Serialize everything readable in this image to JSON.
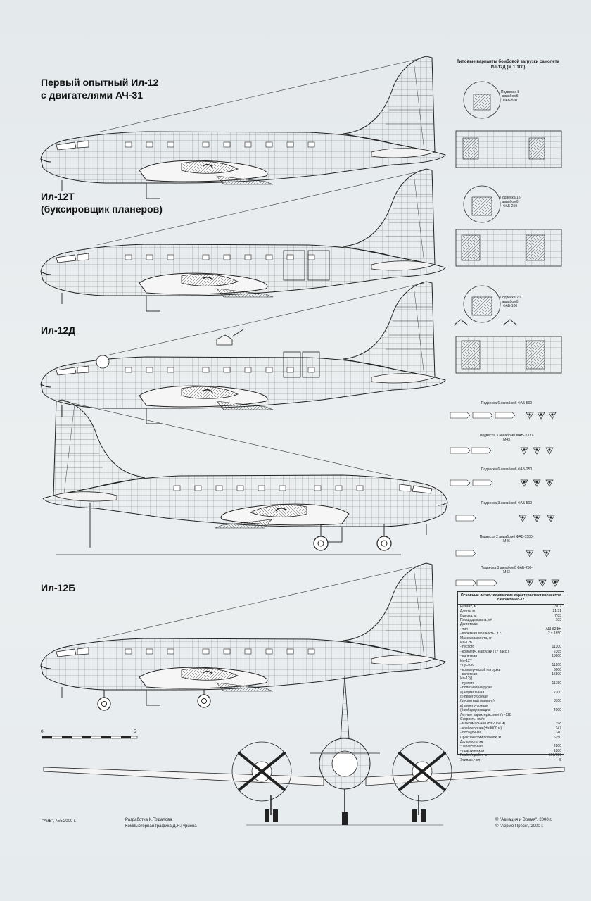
{
  "titles": {
    "variant1": "Первый опытный Ил-12\nс двигателями АЧ-31",
    "variant2": "Ил-12Т\n(буксировщик планеров)",
    "variant3": "Ил-12Д",
    "variant4": "Ил-12Б"
  },
  "bomb_loads": {
    "title": "Типовые варианты бомбовой загрузки самолета Ил-12Д (М 1:100)",
    "captions": [
      "Подвеска 8 авиабомб ФАБ-500",
      "Подвеска 16 авиабомб ФАБ-250",
      "Подвеска 20 авиабомб ФАБ-100",
      "Подвеска 6 авиабомб ФАБ-500",
      "Подвеска 3 авиабомб ФАБ-1000-М43",
      "Подвеска 6 авиабомб ФАБ-250",
      "Подвеска 3 авиабомб ФАБ-500",
      "Подвеска 2 авиабомб ФАБ-1500-М46",
      "Подвеска 3 авиабомб ФАБ-250-М43"
    ]
  },
  "spec_table": {
    "title": "Основные летно-технические характеристики вариантов самолета Ил-12",
    "rows": [
      {
        "label": "Размах, м",
        "value": "31,7"
      },
      {
        "label": "Длина, м",
        "value": "21,31"
      },
      {
        "label": "Высота, м",
        "value": "7,83"
      },
      {
        "label": "Площадь крыла, м²",
        "value": "103"
      },
      {
        "label": "Двигатели:",
        "value": ""
      },
      {
        "label": "- тип",
        "value": "АШ-82ФН"
      },
      {
        "label": "- взлетная мощность, л.с.",
        "value": "2 х 1850"
      },
      {
        "label": "Масса самолета, кг:",
        "value": ""
      },
      {
        "label": "Ил-12Б",
        "value": ""
      },
      {
        "label": "- пустого",
        "value": "11300"
      },
      {
        "label": "- коммерч. нагрузки (27 пасс.)",
        "value": "2365"
      },
      {
        "label": "- взлетная",
        "value": "15800"
      },
      {
        "label": "Ил-12Т",
        "value": ""
      },
      {
        "label": "- пустого",
        "value": "11200"
      },
      {
        "label": "- коммерческой нагрузки",
        "value": "3000"
      },
      {
        "label": "- взлетная",
        "value": "15800"
      },
      {
        "label": "Ил-12Д",
        "value": ""
      },
      {
        "label": "- пустого",
        "value": "11780"
      },
      {
        "label": "- полезная нагрузка",
        "value": ""
      },
      {
        "label": "а) нормальная",
        "value": "2700"
      },
      {
        "label": "б) перегрузочная",
        "value": ""
      },
      {
        "label": "(десантный вариант)",
        "value": "3700"
      },
      {
        "label": "в) перегрузочная",
        "value": ""
      },
      {
        "label": "(бомбардировщик)",
        "value": "4000"
      },
      {
        "label": "Летные характеристики Ил-12Б",
        "value": ""
      },
      {
        "label": "Скорость, км/ч:",
        "value": ""
      },
      {
        "label": "- максимальная (Н=2050 м)",
        "value": "398"
      },
      {
        "label": "- крейсерская (Н=3000 м)",
        "value": "347"
      },
      {
        "label": "- посадочная",
        "value": "140"
      },
      {
        "label": "Практический потолок, м",
        "value": "6250"
      },
      {
        "label": "Дальность, км",
        "value": ""
      },
      {
        "label": "- техническая",
        "value": "2800"
      },
      {
        "label": "- практическая",
        "value": "1800"
      },
      {
        "label": "Разбег/пробег, м",
        "value": "500/650"
      },
      {
        "label": "Экипаж, чел",
        "value": "5"
      }
    ]
  },
  "scale": {
    "start": "0",
    "end": "5"
  },
  "footer": {
    "issue": "\"АиВ\", №5'2000 г.",
    "credits1": "Разработка  К.Г.Удалова",
    "credits2": "Компьютерная графика  Д.Н.Гуриева",
    "copy1": "© \"Авиация и Время\", 2000 г.",
    "copy2": "© \"Аэрмо Пресс\", 2000 г."
  }
}
